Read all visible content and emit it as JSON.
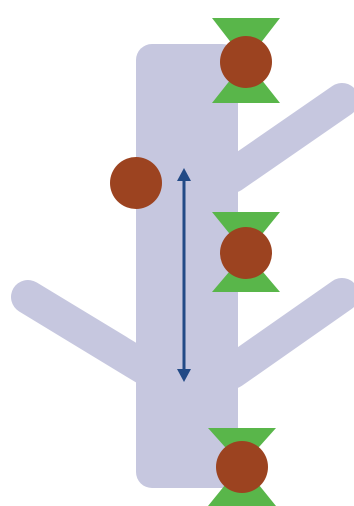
{
  "diagram": {
    "colors": {
      "background": "#ffffff",
      "structure": "#c6c7df",
      "ball": "#9c4320",
      "clamp": "#59b64a",
      "arrow": "#224a86"
    },
    "elements": [
      "vertical-trunk",
      "upper-right-branch",
      "middle-right-branch",
      "left-branch",
      "top-clamp-ball",
      "middle-clamp-ball",
      "bottom-clamp-ball",
      "free-ball-left",
      "double-headed-arrow"
    ]
  }
}
